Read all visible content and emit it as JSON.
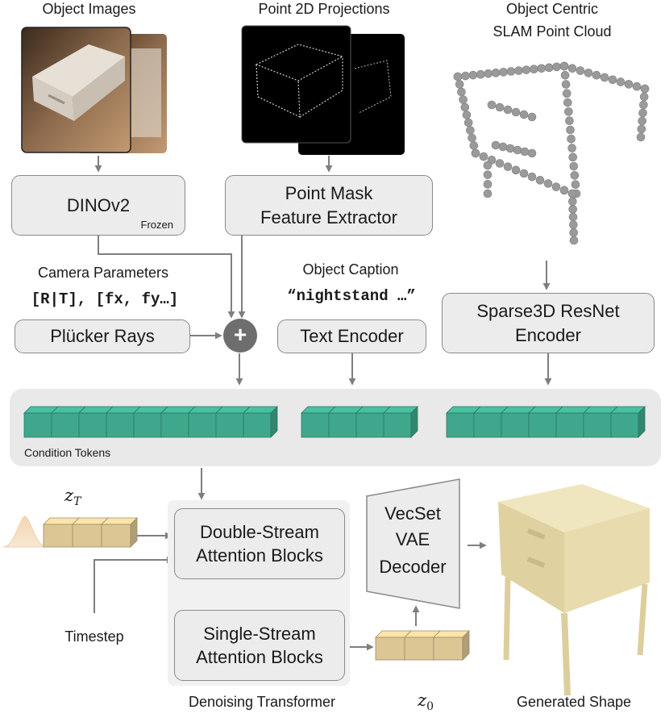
{
  "inputs": {
    "object_images": "Object Images",
    "point_projections": "Point 2D Projections",
    "slam_line1": "Object Centric",
    "slam_line2": "SLAM Point Cloud"
  },
  "modules": {
    "dinov2": "DINOv2",
    "dinov2_tag": "Frozen",
    "point_mask_line1": "Point Mask",
    "point_mask_line2": "Feature Extractor",
    "camera_params_title": "Camera Parameters",
    "camera_params_value": "[R|T], [fx, fy…]",
    "plucker": "Plücker Rays",
    "caption_title": "Object Caption",
    "caption_value": "“nightstand …”",
    "text_encoder": "Text Encoder",
    "sparse_line1": "Sparse3D ResNet",
    "sparse_line2": "Encoder",
    "sum_symbol": "+"
  },
  "condition_tokens": {
    "label": "Condition Tokens",
    "token_color": "#3fa88c",
    "groups": [
      9,
      4,
      7
    ]
  },
  "denoiser": {
    "zt": "z",
    "zt_sub": "T",
    "double_line1": "Double-Stream",
    "double_line2": "Attention Blocks",
    "single_line1": "Single-Stream",
    "single_line2": "Attention Blocks",
    "timestep": "Timestep",
    "caption": "Denoising Transformer",
    "latent_color": "#dcc794"
  },
  "decoder": {
    "line1": "VecSet",
    "line2": "VAE",
    "line3": "Decoder",
    "z0": "z",
    "z0_sub": "0"
  },
  "output": {
    "caption": "Generated Shape",
    "shape_color": "#e8dcae"
  }
}
